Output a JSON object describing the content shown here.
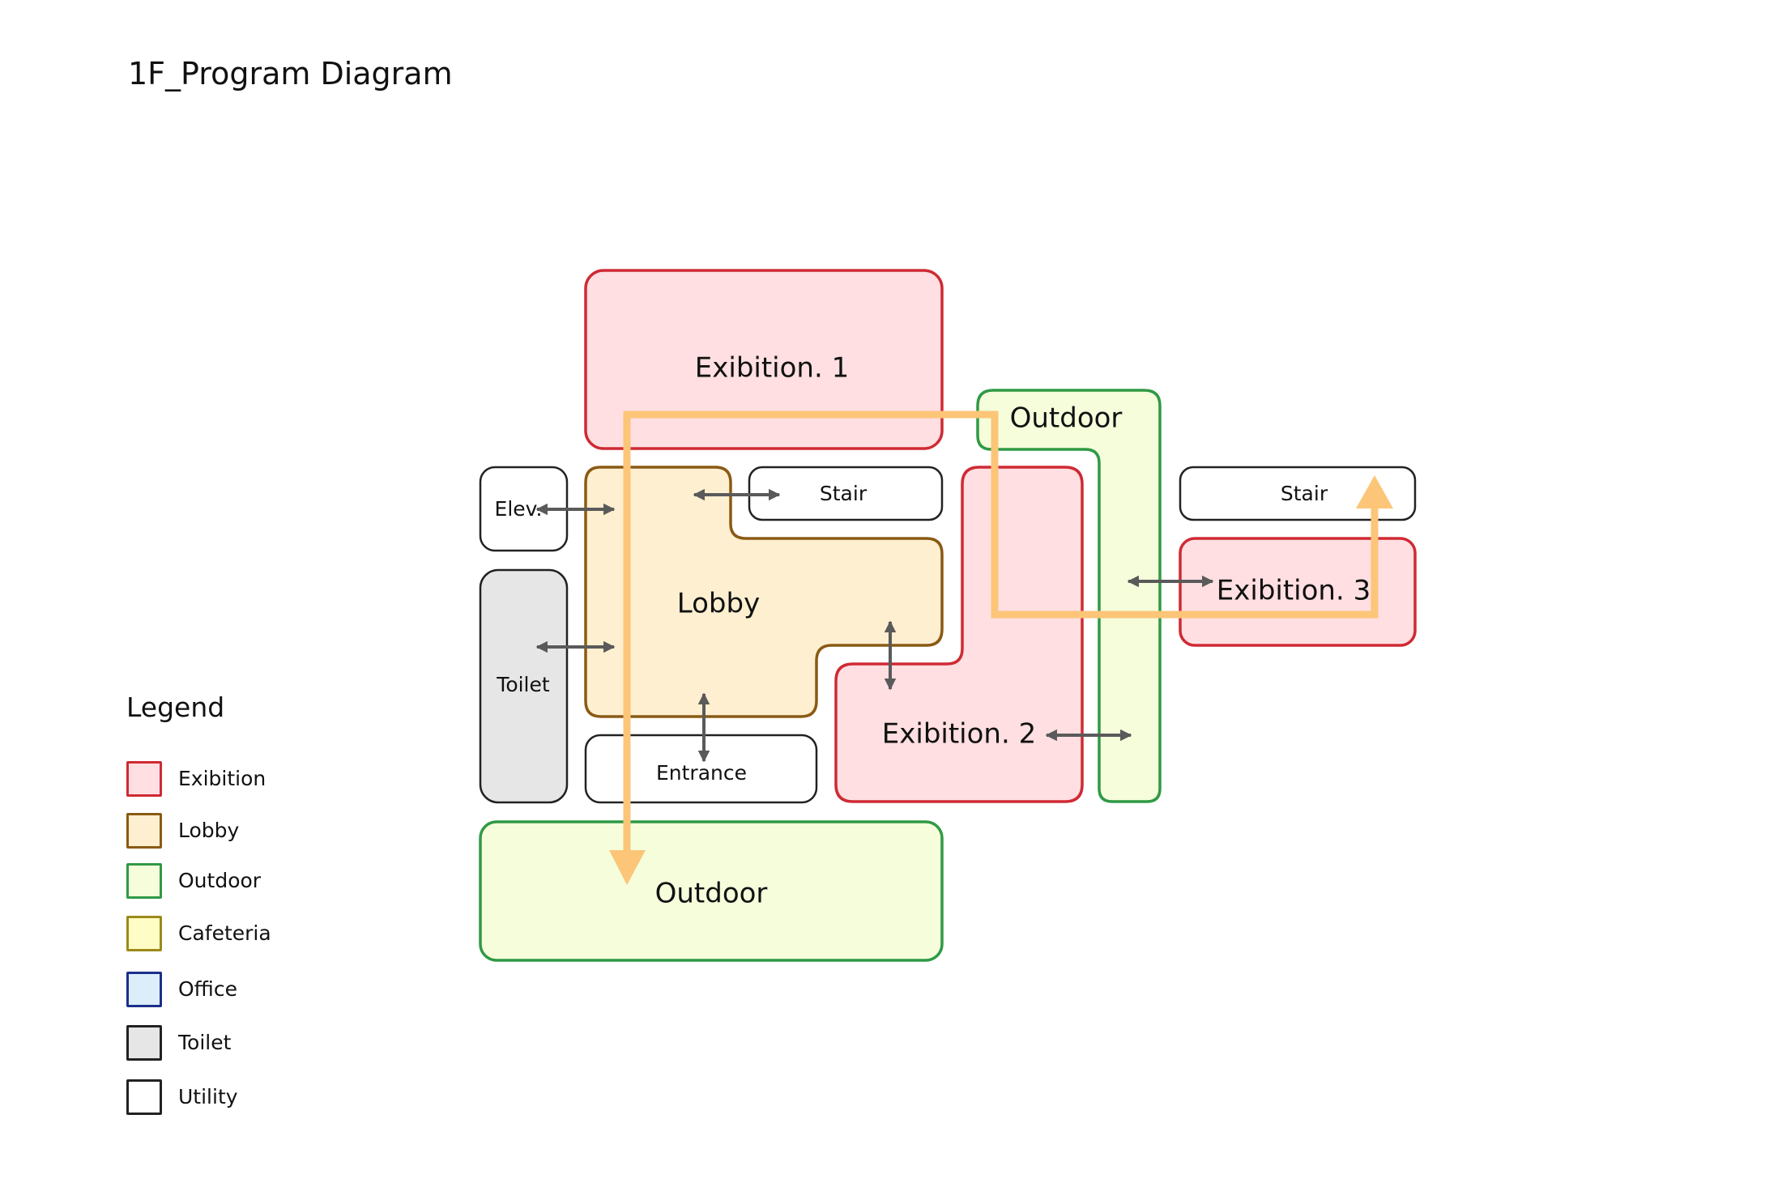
{
  "title": "1F_Program Diagram",
  "colors": {
    "exhibition_fill": "#ffdfe1",
    "exhibition_stroke": "#cf2a33",
    "lobby_fill": "#fdefd0",
    "lobby_stroke": "#8a5a14",
    "outdoor_fill": "#f5fddb",
    "outdoor_stroke": "#2f9a45",
    "cafeteria_fill": "#fefdc6",
    "cafeteria_stroke": "#9b8a1a",
    "office_fill": "#ddeefb",
    "office_stroke": "#1b2f8a",
    "toilet_fill": "#e6e6e6",
    "toilet_stroke": "#222222",
    "utility_fill": "#ffffff",
    "utility_stroke": "#222222",
    "circulation_path": "#fcc578",
    "connection_arrow": "#5a5a5a"
  },
  "rooms": {
    "exhibition_1": "Exibition. 1",
    "exhibition_2": "Exibition. 2",
    "exhibition_3": "Exibition. 3",
    "lobby": "Lobby",
    "outdoor_upper": "Outdoor",
    "outdoor_lower": "Outdoor",
    "stair_left": "Stair",
    "stair_right": "Stair",
    "elevator": "Elev.",
    "toilet": "Toilet",
    "entrance": "Entrance"
  },
  "legend": {
    "title": "Legend",
    "items": [
      {
        "label": "Exibition",
        "category": "exhibition"
      },
      {
        "label": "Lobby",
        "category": "lobby"
      },
      {
        "label": "Outdoor",
        "category": "outdoor"
      },
      {
        "label": "Cafeteria",
        "category": "cafeteria"
      },
      {
        "label": "Office",
        "category": "office"
      },
      {
        "label": "Toilet",
        "category": "toilet"
      },
      {
        "label": "Utility",
        "category": "utility"
      }
    ]
  }
}
